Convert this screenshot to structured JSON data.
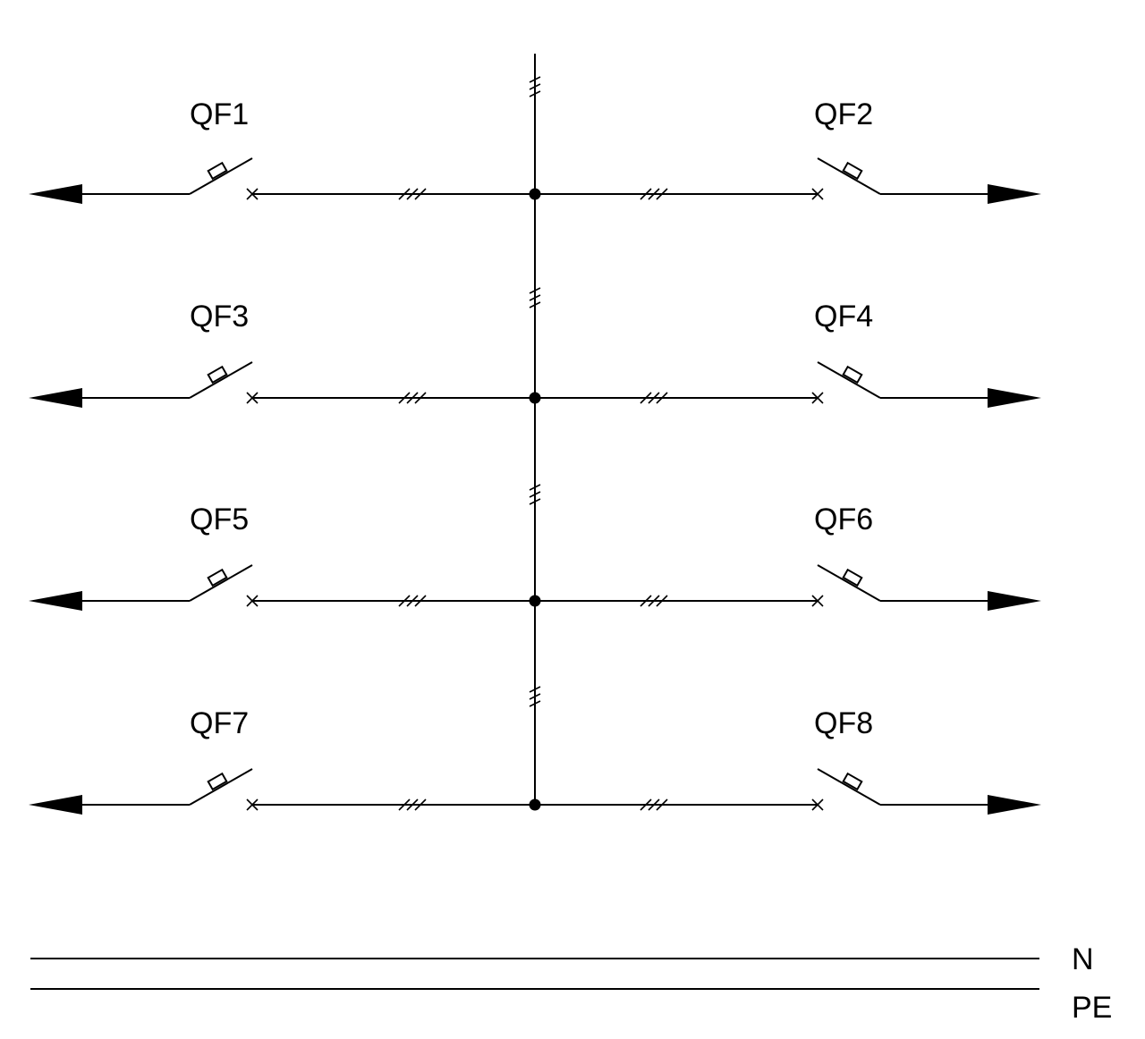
{
  "diagram": {
    "breakers": [
      {
        "left": "QF1",
        "right": "QF2"
      },
      {
        "left": "QF3",
        "right": "QF4"
      },
      {
        "left": "QF5",
        "right": "QF6"
      },
      {
        "left": "QF7",
        "right": "QF8"
      }
    ],
    "rails": {
      "neutral": "N",
      "protective_earth": "PE"
    },
    "line_color": "#000000",
    "background": "#ffffff"
  }
}
